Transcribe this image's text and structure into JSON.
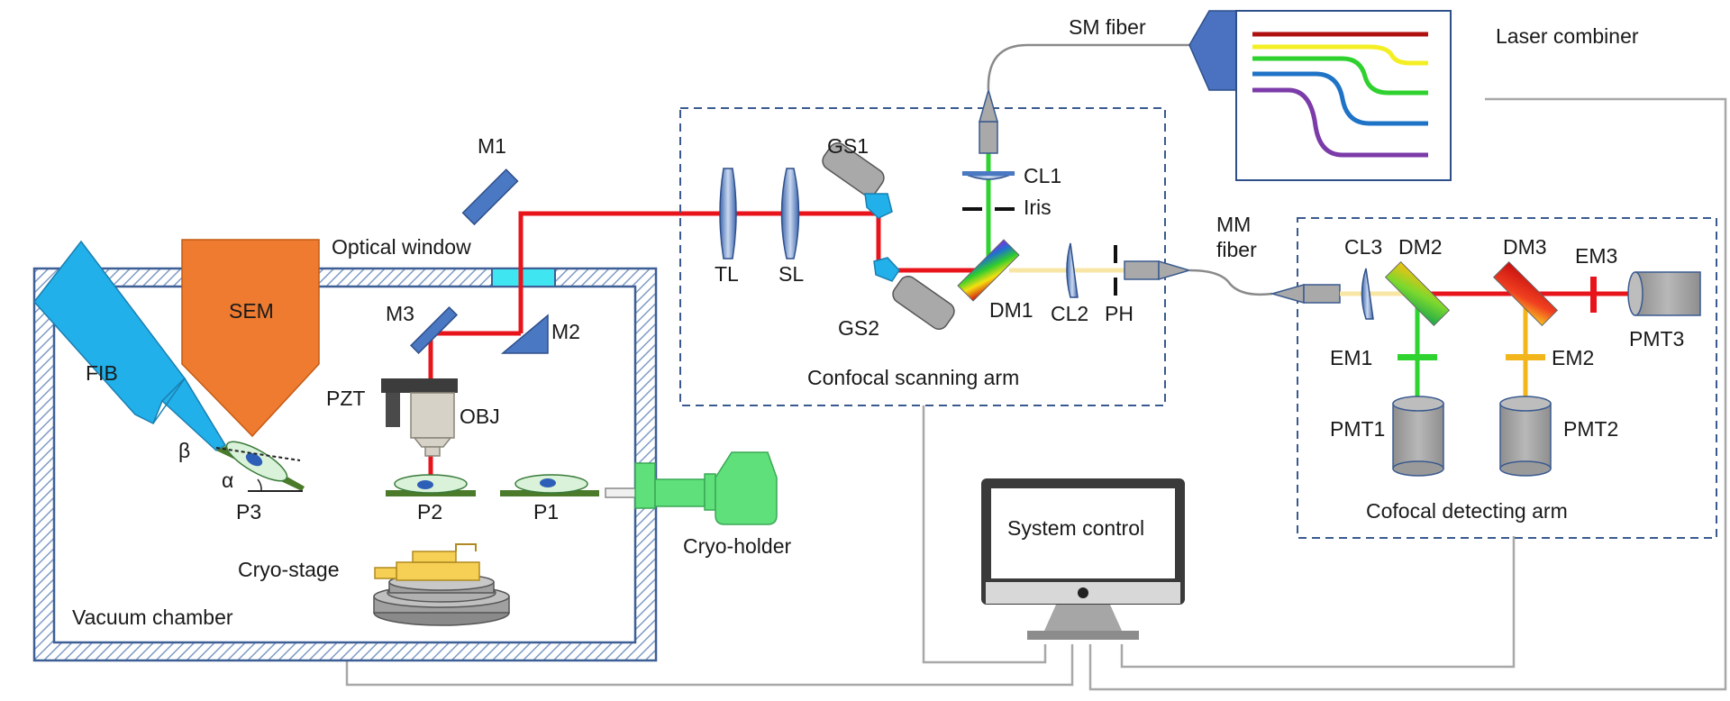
{
  "labels": {
    "sm_fiber": "SM fiber",
    "laser_combiner": "Laser combiner",
    "m1": "M1",
    "optical_window": "Optical window",
    "tl": "TL",
    "sl": "SL",
    "gs1": "GS1",
    "gs2": "GS2",
    "cl1": "CL1",
    "iris": "Iris",
    "dm1": "DM1",
    "cl2": "CL2",
    "ph": "PH",
    "mm_fiber_line1": "MM",
    "mm_fiber_line2": "fiber",
    "cl3": "CL3",
    "dm2": "DM2",
    "dm3": "DM3",
    "em3": "EM3",
    "pmt3": "PMT3",
    "em1": "EM1",
    "em2": "EM2",
    "pmt1": "PMT1",
    "pmt2": "PMT2",
    "confocal_scanning_arm": "Confocal scanning arm",
    "confocal_detecting_arm": "Cofocal detecting arm",
    "system_control": "System control",
    "sem": "SEM",
    "fib": "FIB",
    "m3": "M3",
    "m2": "M2",
    "pzt": "PZT",
    "obj": "OBJ",
    "beta": "β",
    "alpha": "α",
    "p3": "P3",
    "p2": "P2",
    "p1": "P1",
    "cryo_holder": "Cryo-holder",
    "cryo_stage": "Cryo-stage",
    "vacuum_chamber": "Vacuum chamber"
  },
  "colors": {
    "laser_red": "#e8141b",
    "emission_green": "#2fd32f",
    "emission_yellow": "#f2b51c",
    "chamber_border": "#3d5f95",
    "hatch": "#8aa6cf",
    "sem_orange": "#ee7b30",
    "fib_blue": "#22b0ea",
    "optic_blue": "#4a78c2",
    "gray_device": "#a9a9a9",
    "holder_green": "#5fe07a",
    "stage_yellow": "#f6cf55",
    "dashed_box": "#3a5a8f"
  },
  "laser_lines": [
    "#b01010",
    "#f4ef24",
    "#2ed12e",
    "#1e73c6",
    "#7b3ba8"
  ]
}
